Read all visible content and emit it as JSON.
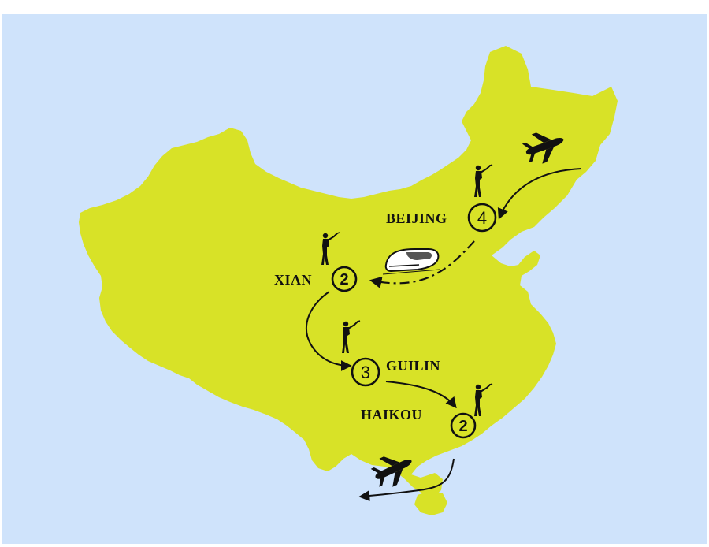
{
  "colors": {
    "sea": "#cfe3fb",
    "land": "#d8e227",
    "ink": "#111111"
  },
  "stops": [
    {
      "name": "BEIJING",
      "nights": "4"
    },
    {
      "name": "XIAN",
      "nights": "2"
    },
    {
      "name": "GUILIN",
      "nights": "3"
    },
    {
      "name": "HAIKOU",
      "nights": "2"
    }
  ],
  "icons": {
    "arrival": "airplane-icon",
    "departure": "airplane-icon",
    "transfer": "train-icon",
    "activity": "golfer-icon"
  }
}
